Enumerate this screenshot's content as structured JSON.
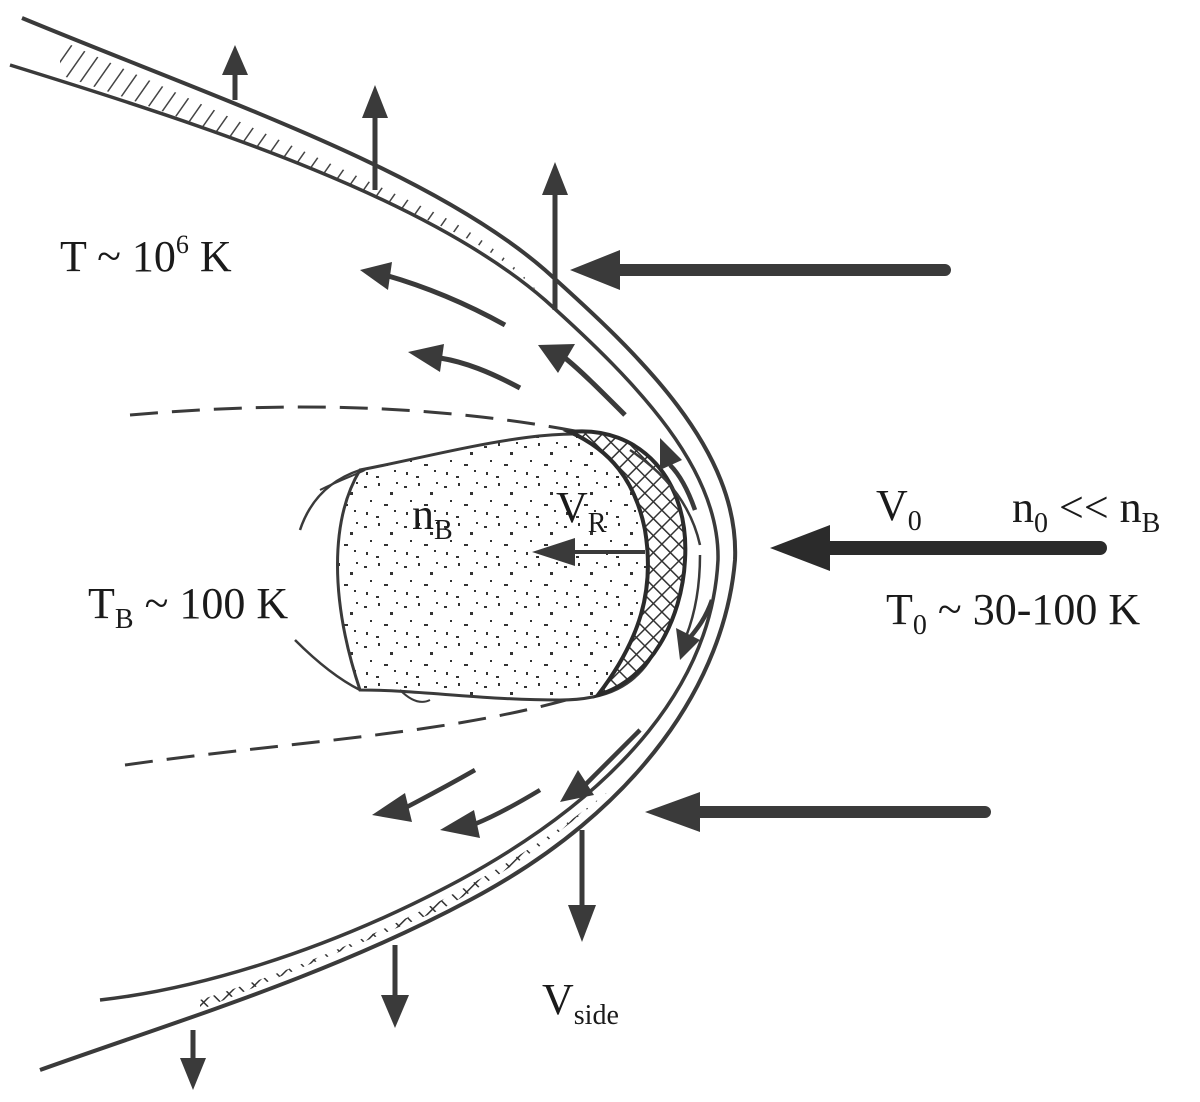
{
  "labels": {
    "t_outer": {
      "base": "T ~ 10",
      "sup": "6",
      "tail": " K"
    },
    "t_b": {
      "base": "T",
      "sub": "B",
      "tail": " ~ 100 K"
    },
    "n_b": {
      "base": "n",
      "sub": "B"
    },
    "v_r": {
      "base": "V",
      "sub": "R"
    },
    "v_0": {
      "base": "V",
      "sub": "0"
    },
    "density": {
      "n0_base": "n",
      "n0_sub": "0",
      "relation": " << ",
      "nb_base": "n",
      "nb_sub": "B"
    },
    "t_0": {
      "base": "T",
      "sub": "0",
      "tail": " ~ 30-100 K"
    },
    "v_side": {
      "base": "V",
      "sub": "side"
    }
  },
  "colors": {
    "ink": "#3a3a3a",
    "dark": "#2b2b2b",
    "background": "#ffffff"
  }
}
